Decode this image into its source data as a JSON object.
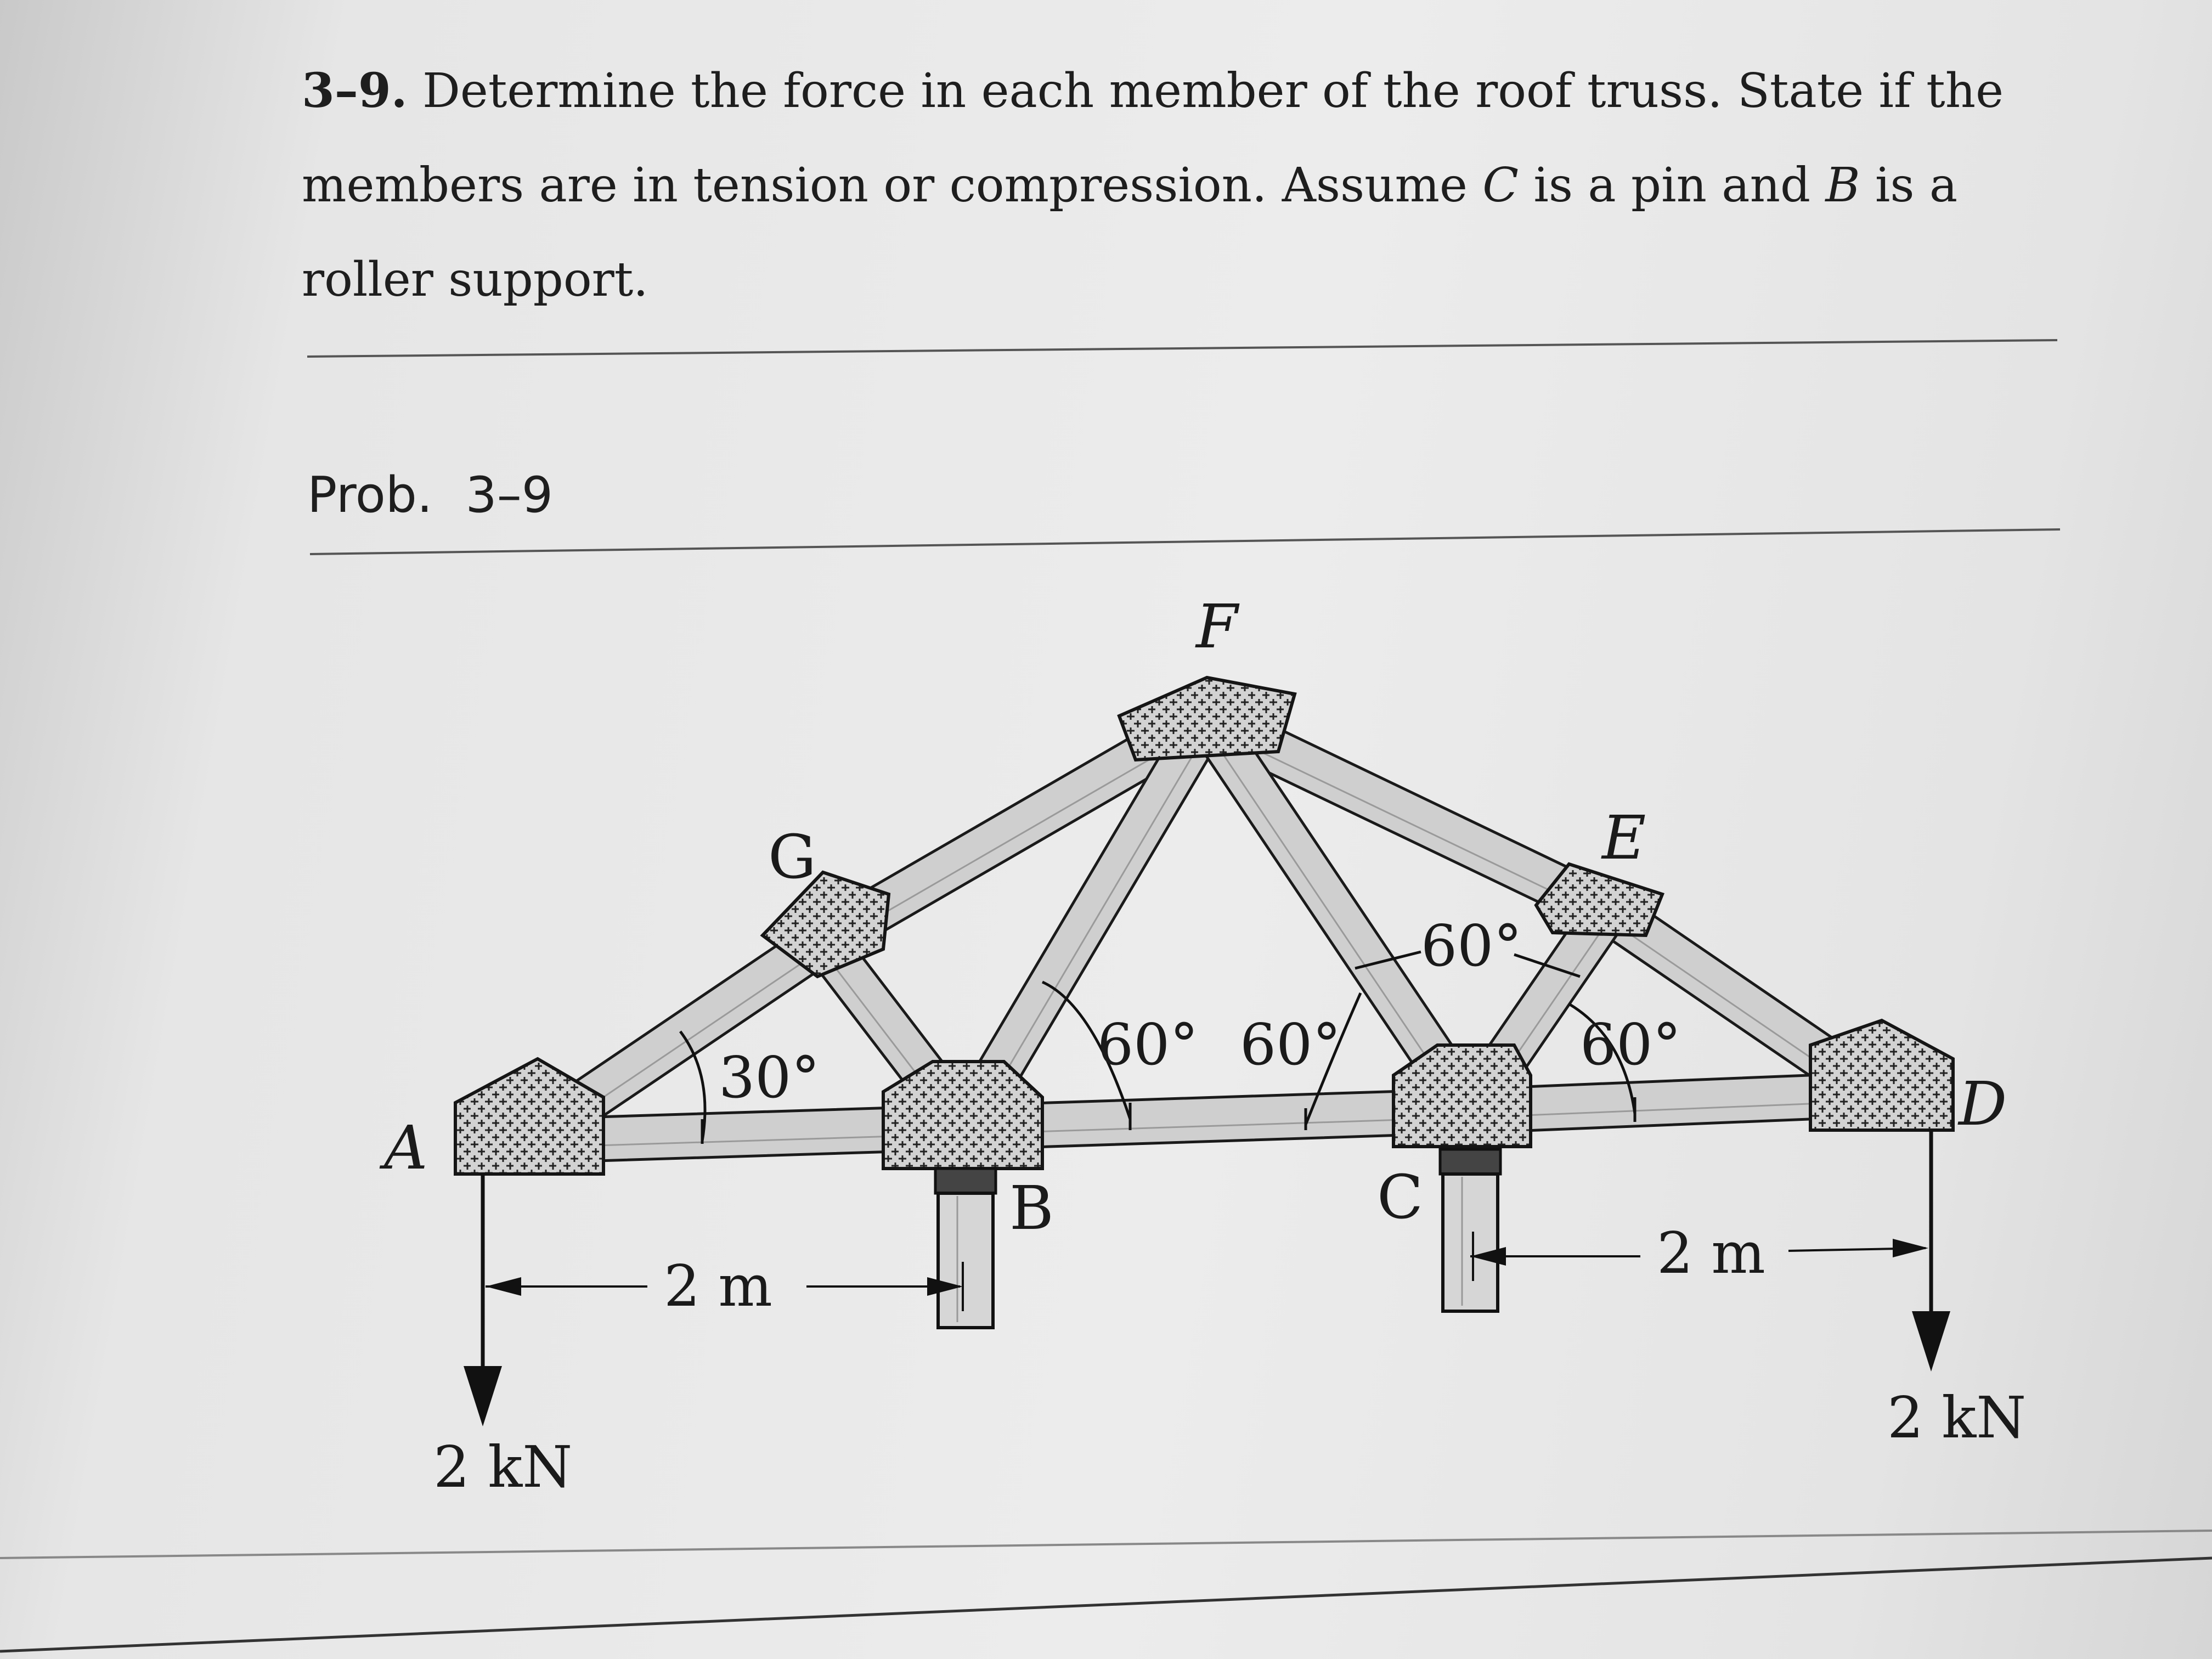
{
  "problem": {
    "number": "3–9.",
    "text_part1": "Determine the force in each member of the roof truss. State if the members are in tension or compression. Assume ",
    "pin_node": "C",
    "text_part2": " is a pin and ",
    "roller_node": "B",
    "text_part3": " is a roller support."
  },
  "figure_label": {
    "prefix": "Prob.",
    "number": "3–9"
  },
  "diagram": {
    "nodes": {
      "A": "A",
      "B": "B",
      "C": "C",
      "D": "D",
      "E": "E",
      "F": "F",
      "G": "G"
    },
    "angles": {
      "at_A": "30°",
      "at_B": "60°",
      "at_C_left": "60°",
      "at_C_top": "60°",
      "at_C_right": "60°"
    },
    "dimensions": {
      "left_span": "2 m",
      "right_span": "2 m"
    },
    "loads": {
      "at_A": "2 kN",
      "at_D": "2 kN"
    },
    "colors": {
      "member_fill": "#cfcfcf",
      "member_stroke": "#1a1a1a",
      "plate_fill": "#d4d4d4",
      "support_cap": "#444444"
    }
  }
}
